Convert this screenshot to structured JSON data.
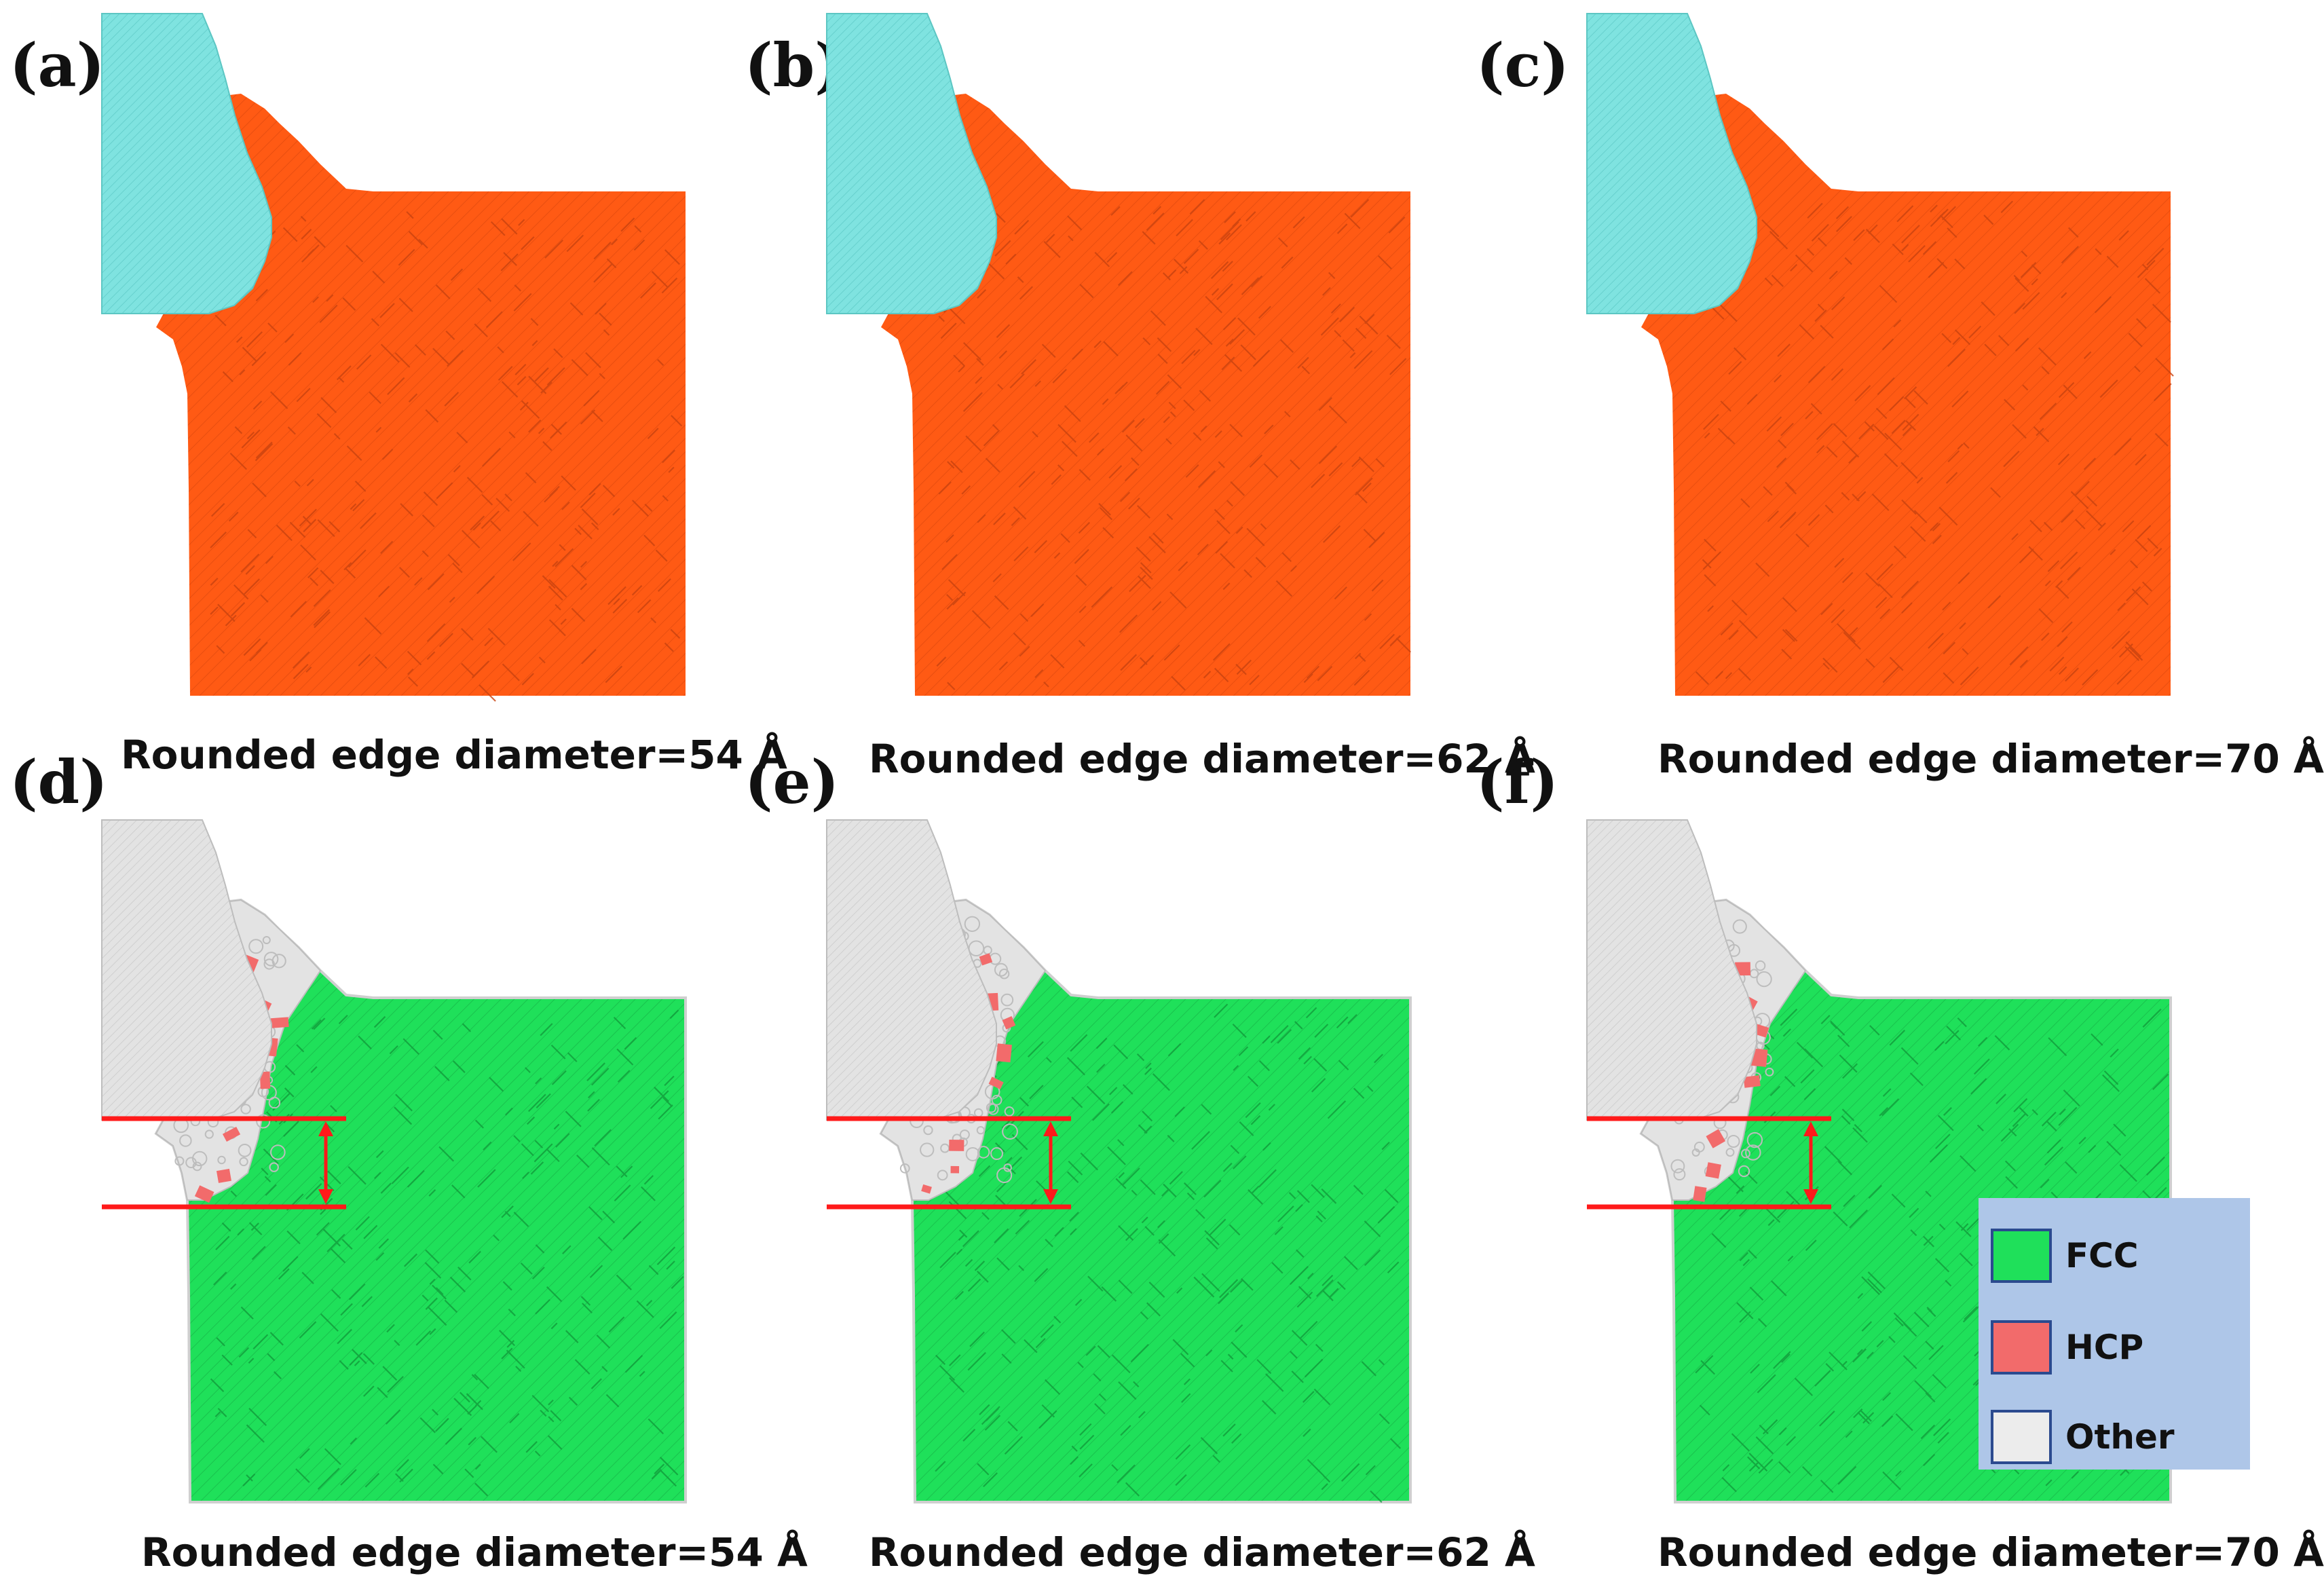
{
  "figure": {
    "panels": [
      {
        "label": "(a)",
        "structure": "atoms",
        "caption": "Rounded edge diameter=54 Å"
      },
      {
        "label": "(b)",
        "structure": "atoms",
        "caption": "Rounded edge diameter=62 Å"
      },
      {
        "label": "(c)",
        "structure": "atoms",
        "caption": "Rounded edge diameter=70 Å"
      },
      {
        "label": "(d)",
        "structure": "phases",
        "caption": "Rounded edge diameter=54 Å"
      },
      {
        "label": "(e)",
        "structure": "phases",
        "caption": "Rounded edge diameter=62 Å"
      },
      {
        "label": "(f)",
        "structure": "phases",
        "caption": "Rounded edge diameter=70 Å"
      }
    ],
    "legend": [
      {
        "label": "FCC",
        "color": "#1fe05a"
      },
      {
        "label": "HCP",
        "color": "#f26b6b"
      },
      {
        "label": "Other",
        "color": "#ececec"
      }
    ],
    "colors": {
      "tool": "#7fe3e0",
      "workpiece": "#ff5a14",
      "fcc": "#1fe05a",
      "hcp": "#f26b6b",
      "other": "#e3e3e3",
      "marker": "#ff1a1a",
      "legend_bg": "#aec6e8"
    }
  }
}
